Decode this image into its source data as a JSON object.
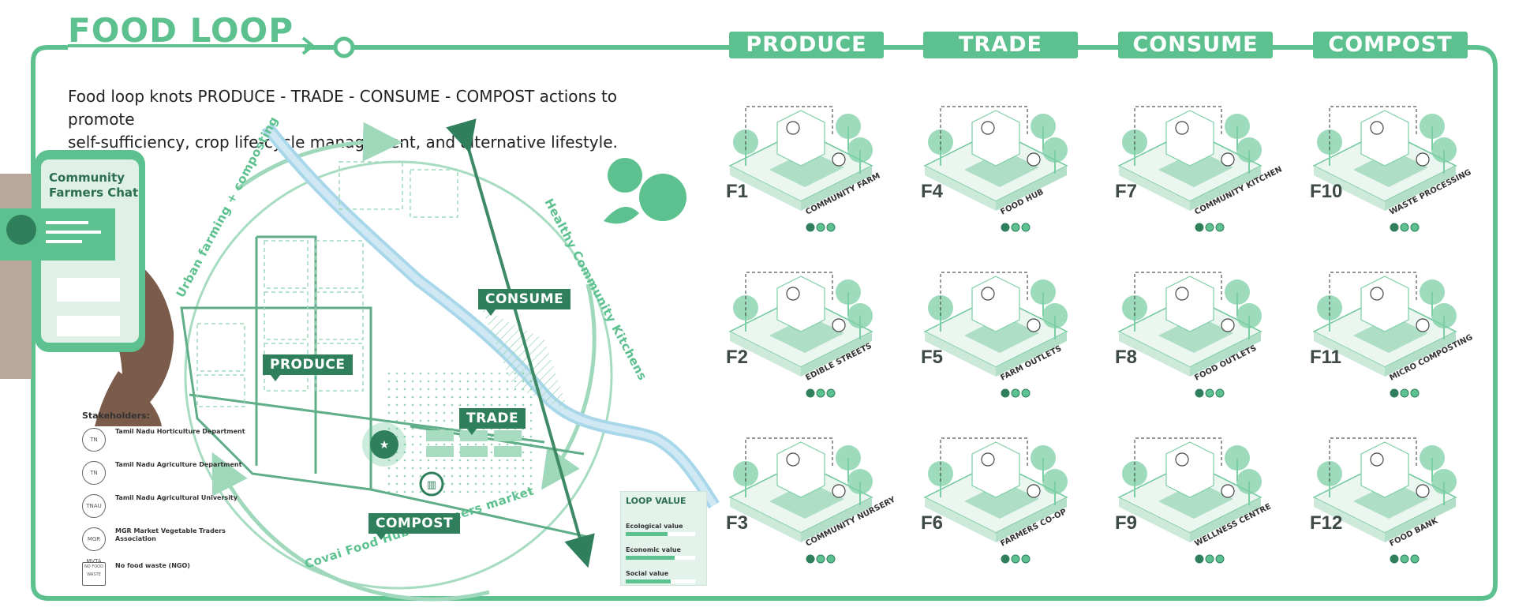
{
  "title": "FOOD LOOP",
  "intro": {
    "line1": "Food loop knots  PRODUCE - TRADE - CONSUME - COMPOST actions to promote",
    "line2": "self-sufficiency, crop life-cycle management, and alternative lifestyle."
  },
  "headers": [
    "PRODUCE",
    "TRADE",
    "CONSUME",
    "COMPOST"
  ],
  "map_tags": {
    "consume": "CONSUME",
    "produce": "PRODUCE",
    "trade": "TRADE",
    "compost": "COMPOST"
  },
  "arc_labels": {
    "urban": "Urban farming + composting",
    "healthy": "Healthy Community Kitchens",
    "covai": "Covai Food Hub + Farmers market"
  },
  "phone": {
    "chat_title_1": "Community",
    "chat_title_2": "Farmers Chat"
  },
  "stakeholders": {
    "title": "Stakeholders:",
    "items": [
      {
        "logo": "TN",
        "name": "Tamil Nadu Horticulture Department"
      },
      {
        "logo": "TN",
        "name": "Tamil Nadu Agriculture Department"
      },
      {
        "logo": "TNAU",
        "name": "Tamil Nadu Agricultural University"
      },
      {
        "logo": "MGR MVTA",
        "name": "MGR Market Vegetable Traders Association"
      },
      {
        "logo": "NO FOOD WASTE",
        "name": "No food waste (NGO)"
      }
    ]
  },
  "loop_value": {
    "title": "LOOP VALUE",
    "items": [
      {
        "label": "Ecological value",
        "value": 0.6
      },
      {
        "label": "Economic value",
        "value": 0.7
      },
      {
        "label": "Social value",
        "value": 0.65
      }
    ]
  },
  "cells": [
    {
      "code": "F1",
      "label": "COMMUNITY FARM"
    },
    {
      "code": "F4",
      "label": "FOOD HUB"
    },
    {
      "code": "F7",
      "label": "COMMUNITY KITCHEN"
    },
    {
      "code": "F10",
      "label": "WASTE PROCESSING"
    },
    {
      "code": "F2",
      "label": "EDIBLE STREETS"
    },
    {
      "code": "F5",
      "label": "FARM OUTLETS"
    },
    {
      "code": "F8",
      "label": "FOOD OUTLETS"
    },
    {
      "code": "F11",
      "label": "MICRO COMPOSTING"
    },
    {
      "code": "F3",
      "label": "COMMUNITY NURSERY"
    },
    {
      "code": "F6",
      "label": "FARMERS CO-OP"
    },
    {
      "code": "F9",
      "label": "WELLNESS CENTRE"
    },
    {
      "code": "F12",
      "label": "FOOD BANK"
    }
  ],
  "colors": {
    "accent": "#5cc18f",
    "dark": "#2f7f5c",
    "light": "#dff1e6"
  }
}
